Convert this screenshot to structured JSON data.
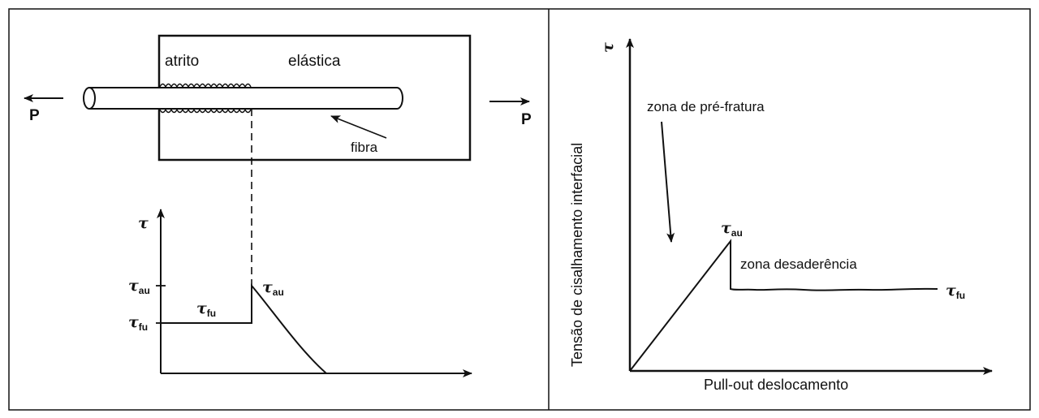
{
  "left_panel": {
    "friction_label": "atrito",
    "elastic_label": "elástica",
    "fiber_label": "fibra",
    "load_left": "P",
    "load_right": "P",
    "tau_axis_symbol": "τ",
    "tau_au_base": "τ",
    "tau_au_sub": "au",
    "tau_fu_base": "τ",
    "tau_fu_sub": "fu"
  },
  "right_panel": {
    "y_axis_label": "Tensão de cisalhamento interfacial",
    "y_axis_symbol": "τ",
    "x_axis_label": "Pull-out deslocamento",
    "prefracture_label": "zona de pré-fratura",
    "debond_label": "zona desaderência",
    "tau_au_base": "τ",
    "tau_au_sub": "au",
    "tau_fu_base": "τ",
    "tau_fu_sub": "fu"
  }
}
